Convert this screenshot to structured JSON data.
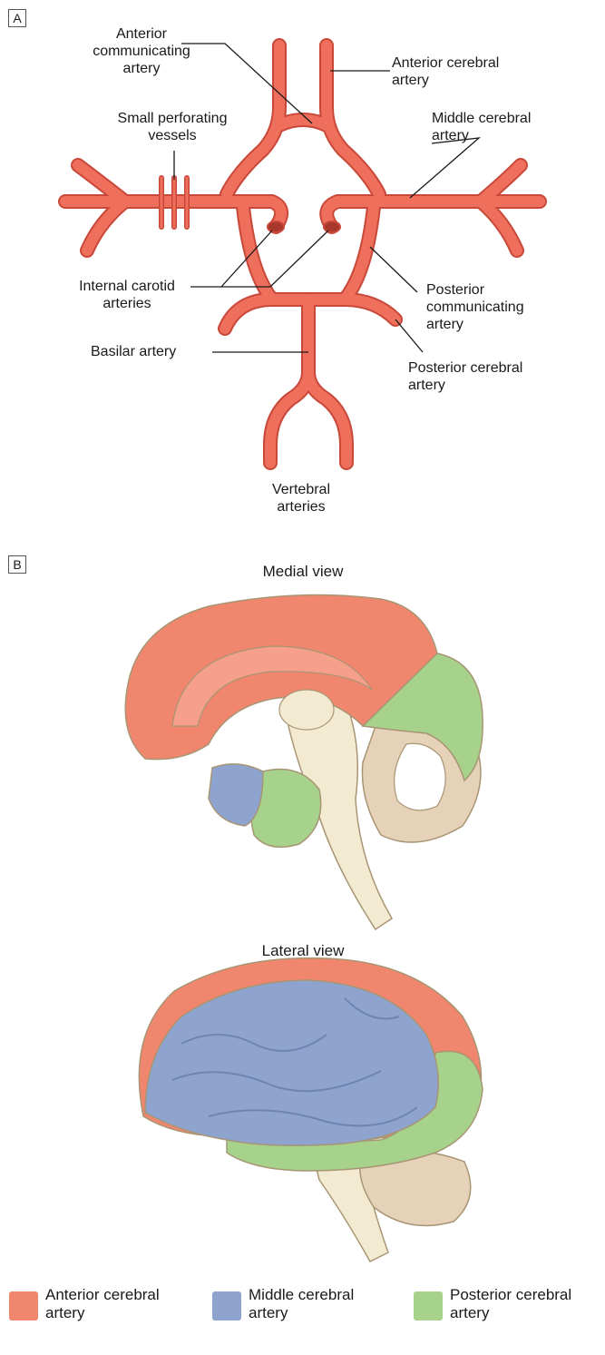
{
  "panels": {
    "a": "A",
    "b": "B"
  },
  "circle_of_willis": {
    "labels": {
      "anterior_communicating": [
        "Anterior",
        "communicating",
        "artery"
      ],
      "anterior_cerebral": [
        "Anterior cerebral",
        "artery"
      ],
      "small_perforating": [
        "Small perforating",
        "vessels"
      ],
      "middle_cerebral": [
        "Middle cerebral",
        "artery"
      ],
      "internal_carotid": [
        "Internal carotid",
        "arteries"
      ],
      "posterior_communicating": [
        "Posterior",
        "communicating",
        "artery"
      ],
      "basilar": [
        "Basilar artery"
      ],
      "posterior_cerebral": [
        "Posterior cerebral",
        "artery"
      ],
      "vertebral": [
        "Vertebral",
        "arteries"
      ]
    }
  },
  "views": {
    "medial": "Medial view",
    "lateral": "Lateral view"
  },
  "legend": [
    {
      "label_line1": "Anterior cerebral",
      "label_line2": "artery",
      "color": "#f0866d"
    },
    {
      "label_line1": "Middle cerebral",
      "label_line2": "artery",
      "color": "#8ea4cf"
    },
    {
      "label_line1": "Posterior cerebral",
      "label_line2": "artery",
      "color": "#a6d28b"
    }
  ],
  "colors": {
    "artery": "#ee6f5c",
    "artery_dark": "#c9483a",
    "anterior": "#f0866d",
    "middle": "#8ea4cf",
    "posterior": "#a6d28b",
    "brainstem": "#f3ead2",
    "cerebellum": "#e5d2b8"
  }
}
